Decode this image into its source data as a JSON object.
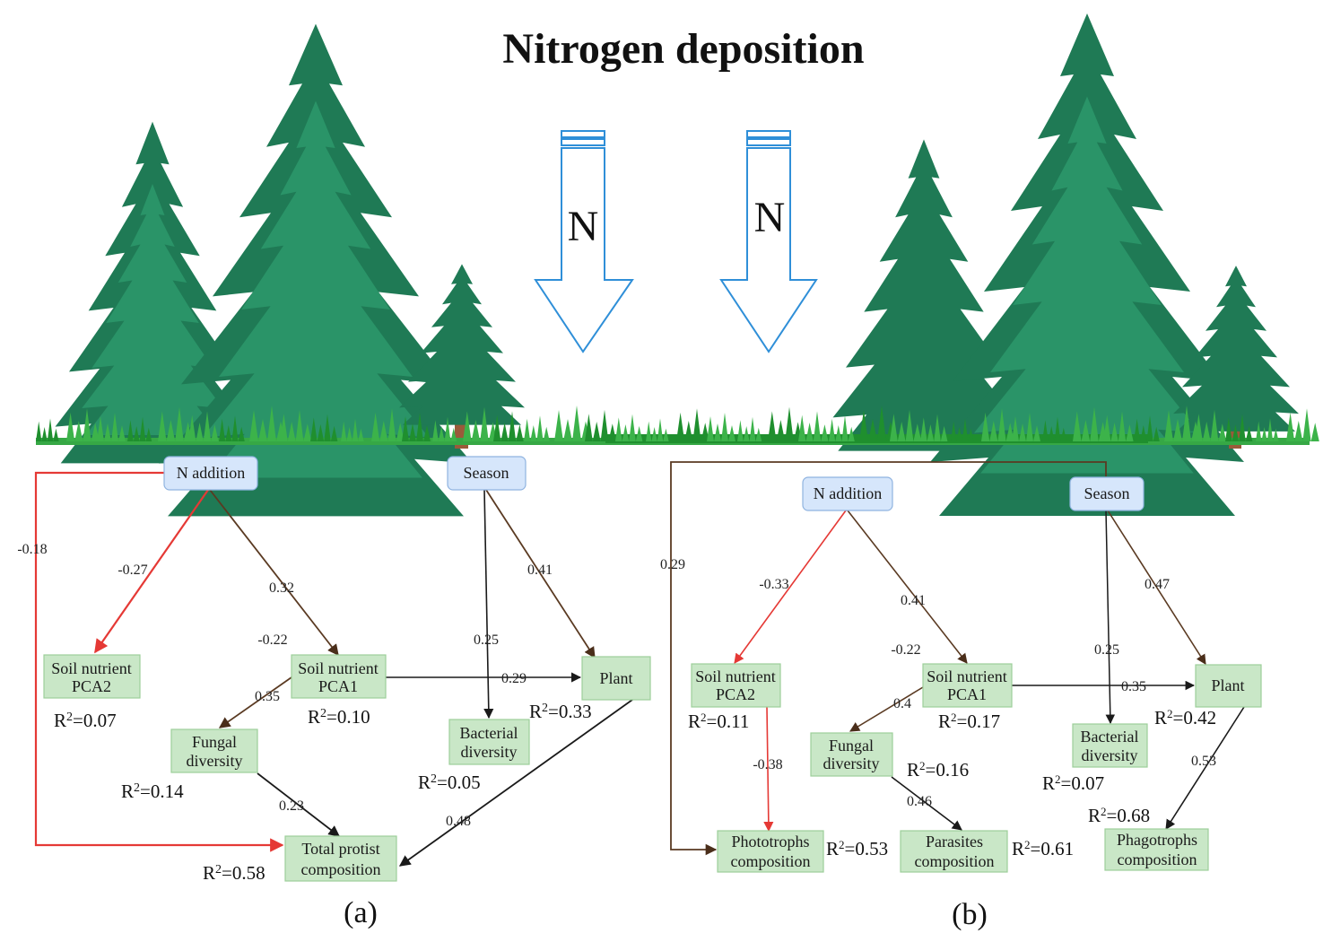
{
  "title": "Nitrogen deposition",
  "arrow_letter": "N",
  "colors": {
    "positive_path": "#5a3a22",
    "negative_path": "#e53935",
    "tree_green": "#1f7a55",
    "trunk": "#9a5a3a",
    "grass": "#2e9e3e",
    "driver_box": "#d6e6fb",
    "response_box": "#c9e7c7",
    "arrow_outline": "#2f8fd8"
  },
  "panel_a": {
    "label": "(a)",
    "nodes": {
      "n_addition": "N addition",
      "season": "Season",
      "soil_pca2": [
        "Soil nutrient",
        "PCA2"
      ],
      "soil_pca1": [
        "Soil nutrient",
        "PCA1"
      ],
      "plant": "Plant",
      "fungal": [
        "Fungal",
        "diversity"
      ],
      "bacterial": [
        "Bacterial",
        "diversity"
      ],
      "total": [
        "Total protist",
        "composition"
      ]
    },
    "coefficients": {
      "n_to_total": "-0.18",
      "n_to_pca2": "-0.27",
      "n_to_pca1": "0.32",
      "pca1_side": "-0.22",
      "pca1_to_fungal": "0.35",
      "pca1_to_plant": "0.29",
      "season_to_bacterial": "0.25",
      "season_to_plant": "0.41",
      "fungal_to_total": "0.23",
      "plant_to_total": "0.48"
    },
    "r2": {
      "pca2": "0.07",
      "pca1": "0.10",
      "plant": "0.33",
      "fungal": "0.14",
      "bacterial": "0.05",
      "total": "0.58"
    }
  },
  "panel_b": {
    "label": "(b)",
    "nodes": {
      "n_addition": "N addition",
      "season": "Season",
      "soil_pca2": [
        "Soil nutrient",
        "PCA2"
      ],
      "soil_pca1": [
        "Soil nutrient",
        "PCA1"
      ],
      "plant": "Plant",
      "fungal": [
        "Fungal",
        "diversity"
      ],
      "bacterial": [
        "Bacterial",
        "diversity"
      ],
      "phototrophs": [
        "Phototrophs",
        "composition"
      ],
      "parasites": [
        "Parasites",
        "composition"
      ],
      "phagotrophs": [
        "Phagotrophs",
        "composition"
      ]
    },
    "coefficients": {
      "season_to_phototrophs": "0.29",
      "n_to_pca2": "-0.33",
      "n_to_pca1": "0.41",
      "pca1_side": "-0.22",
      "pca1_to_fungal": "0.4",
      "pca1_to_plant": "0.35",
      "season_to_bacterial": "0.25",
      "season_to_plant": "0.47",
      "pca2_to_phototrophs": "-0.38",
      "fungal_to_parasites": "0.46",
      "plant_to_phagotrophs": "0.53"
    },
    "r2": {
      "pca2": "0.11",
      "pca1": "0.17",
      "plant": "0.42",
      "fungal": "0.16",
      "bacterial": "0.07",
      "phototrophs": "0.53",
      "parasites": "0.61",
      "phagotrophs": "0.68"
    }
  }
}
